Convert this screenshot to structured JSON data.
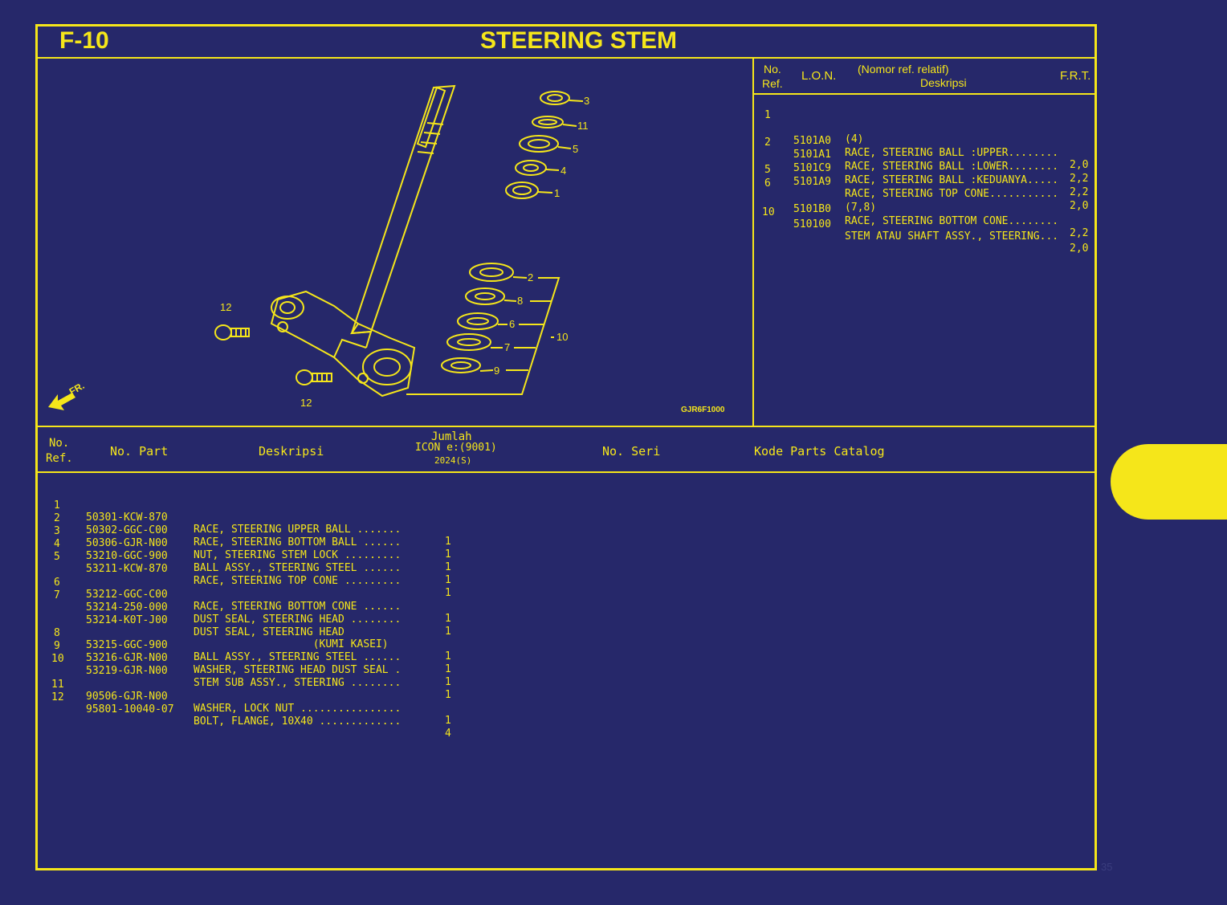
{
  "header": {
    "code": "F-10",
    "title": "STEERING STEM"
  },
  "diagram": {
    "callouts": {
      "c3": "3",
      "c11": "11",
      "c5": "5",
      "c4": "4",
      "c1": "1",
      "c2": "2",
      "c8": "8",
      "c6": "6",
      "c7": "7",
      "c9": "9",
      "c10": "10",
      "c12a": "12",
      "c12b": "12"
    },
    "front_label": "FR.",
    "drawing_code": "GJR6F1000"
  },
  "ref_table": {
    "headers": {
      "no_ref_1": "No.",
      "no_ref_2": "Ref.",
      "lon": "L.O.N.",
      "desc_1": "(Nomor ref. relatif)",
      "desc_2": "Deskripsi",
      "frt": "F.R.T."
    },
    "rows": [
      {
        "ref": "1",
        "lon": "",
        "desc": "(4)",
        "frt": ""
      },
      {
        "ref": "",
        "lon": "5101A0",
        "desc": "RACE, STEERING BALL :UPPER........",
        "frt": "2,0"
      },
      {
        "ref": "2",
        "lon": "5101A1",
        "desc": "RACE, STEERING BALL :LOWER........",
        "frt": "2,2"
      },
      {
        "ref": "",
        "lon": "5101C9",
        "desc": "RACE, STEERING BALL :KEDUANYA.....",
        "frt": "2,2"
      },
      {
        "ref": "5",
        "lon": "5101A9",
        "desc": "RACE, STEERING TOP CONE...........",
        "frt": "2,0"
      },
      {
        "ref": "6",
        "lon": "",
        "desc": "(7,8)",
        "frt": ""
      },
      {
        "ref": "",
        "lon": "5101B0",
        "desc": "RACE, STEERING BOTTOM CONE........",
        "frt": "2,2"
      },
      {
        "ref": "10",
        "lon": "510100",
        "desc": "STEM ATAU SHAFT ASSY., STEERING...",
        "frt": "2,0"
      }
    ]
  },
  "parts_table": {
    "headers": {
      "no_ref_1": "No.",
      "no_ref_2": "Ref.",
      "no_part": "No. Part",
      "desc": "Deskripsi",
      "qty_1": "Jumlah",
      "qty_2": "ICON e:(9001)",
      "qty_3": "2024(S)",
      "serial": "No. Seri",
      "catalog": "Kode Parts Catalog"
    },
    "rows": [
      {
        "ref": "1",
        "part": "50301-KCW-870",
        "desc": "RACE, STEERING UPPER BALL .......",
        "qty": "1"
      },
      {
        "ref": "2",
        "part": "50302-GGC-C00",
        "desc": "RACE, STEERING BOTTOM BALL ......",
        "qty": "1"
      },
      {
        "ref": "3",
        "part": "50306-GJR-N00",
        "desc": "NUT, STEERING STEM LOCK .........",
        "qty": "1"
      },
      {
        "ref": "4",
        "part": "53210-GGC-900",
        "desc": "BALL ASSY., STEERING STEEL ......",
        "qty": "1"
      },
      {
        "ref": "5",
        "part": "53211-KCW-870",
        "desc": "RACE, STEERING TOP CONE .........",
        "qty": "1"
      },
      {
        "ref": "6",
        "part": "53212-GGC-C00",
        "desc": "RACE, STEERING BOTTOM CONE ......",
        "qty": "1"
      },
      {
        "ref": "7",
        "part": "53214-250-000",
        "desc": "DUST SEAL, STEERING HEAD ........",
        "qty": "1"
      },
      {
        "ref": "",
        "part": "53214-K0T-J00",
        "desc": "DUST SEAL, STEERING HEAD",
        "qty": ""
      },
      {
        "ref": "",
        "part": "",
        "desc": "                   (KUMI KASEI)",
        "qty": "1"
      },
      {
        "ref": "8",
        "part": "53215-GGC-900",
        "desc": "BALL ASSY., STEERING STEEL ......",
        "qty": "1"
      },
      {
        "ref": "9",
        "part": "53216-GJR-N00",
        "desc": "WASHER, STEERING HEAD DUST SEAL .",
        "qty": "1"
      },
      {
        "ref": "10",
        "part": "53219-GJR-N00",
        "desc": "STEM SUB ASSY., STEERING ........",
        "qty": "1"
      },
      {
        "ref": "11",
        "part": "90506-GJR-N00",
        "desc": "WASHER, LOCK NUT ................",
        "qty": "1"
      },
      {
        "ref": "12",
        "part": "95801-10040-07",
        "desc": "BOLT, FLANGE, 10X40 .............",
        "qty": "4"
      }
    ]
  },
  "page_number": "35",
  "colors": {
    "background": "#26286a",
    "accent": "#f5e61a"
  }
}
